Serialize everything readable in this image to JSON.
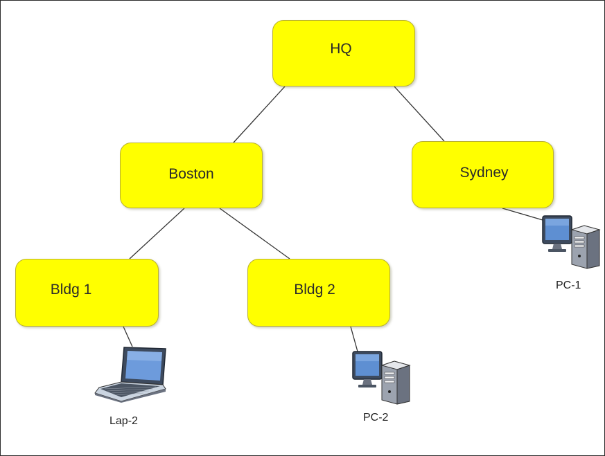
{
  "diagram": {
    "nodes": {
      "hq": "HQ",
      "boston": "Boston",
      "sydney": "Sydney",
      "bldg1": "Bldg 1",
      "bldg2": "Bldg 2"
    },
    "devices": {
      "pc1": {
        "label": "PC-1",
        "type": "desktop-pc"
      },
      "pc2": {
        "label": "PC-2",
        "type": "desktop-pc"
      },
      "lap2": {
        "label": "Lap-2",
        "type": "laptop"
      }
    },
    "links": [
      [
        "HQ",
        "Boston"
      ],
      [
        "HQ",
        "Sydney"
      ],
      [
        "Boston",
        "Bldg 1"
      ],
      [
        "Boston",
        "Bldg 2"
      ],
      [
        "Sydney",
        "PC-1"
      ],
      [
        "Bldg 1",
        "Lap-2"
      ],
      [
        "Bldg 2",
        "PC-2"
      ]
    ],
    "colors": {
      "node_fill": "#ffff00",
      "node_border": "#b8b030",
      "link": "#333333"
    }
  }
}
